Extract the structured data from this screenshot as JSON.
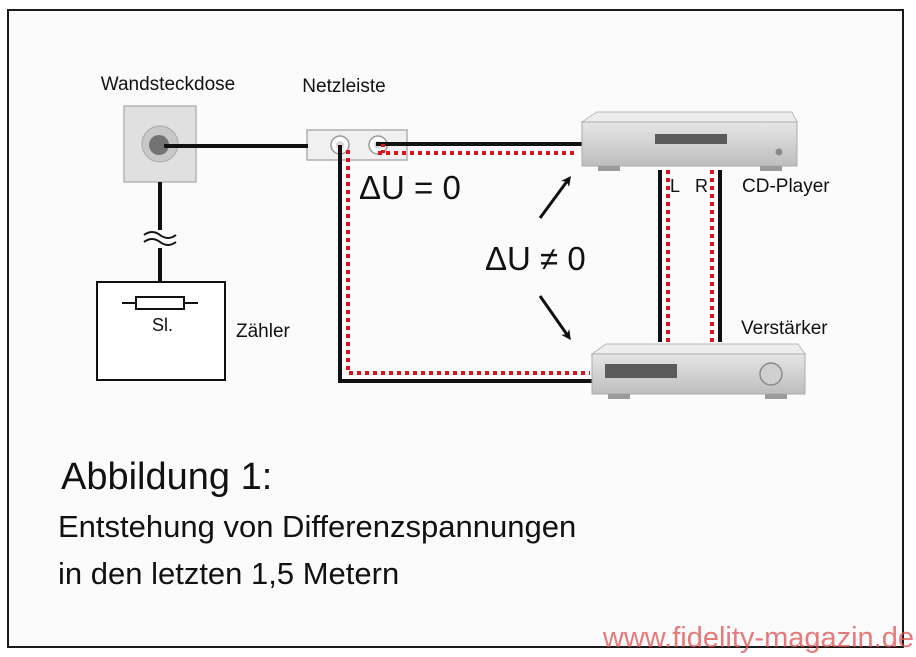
{
  "labels": {
    "wall_socket": "Wandsteckdose",
    "power_strip": "Netzleiste",
    "meter": "Zähler",
    "fuse": "Sl.",
    "cd_player": "CD-Player",
    "amplifier": "Verstärker",
    "channel_left": "L",
    "channel_right": "R",
    "delta_equal": "ΔU = 0",
    "delta_unequal": "ΔU ≠ 0"
  },
  "caption": {
    "title": "Abbildung 1:",
    "line1": "Entstehung von Differenzspannungen",
    "line2": "in den letzten 1,5 Metern"
  },
  "watermark": "www.fidelity-magazin.de",
  "colors": {
    "conductor": "#111111",
    "ground_dotted": "#d9151b",
    "device_body": "#d6d6d6"
  }
}
